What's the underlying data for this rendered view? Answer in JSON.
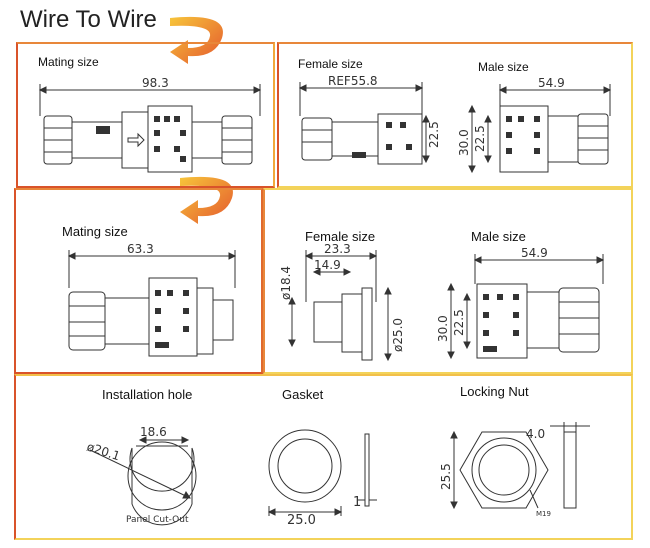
{
  "title": "Wire To Wire",
  "colors": {
    "frame_red": "#d9532a",
    "frame_orange": "#f2a93b",
    "frame_yellow": "#f3d35a",
    "line": "#333333"
  },
  "row1": {
    "mating": {
      "label": "Mating size",
      "dim_length": "98.3"
    },
    "female": {
      "label": "Female size",
      "dim_length": "REF55.8",
      "dim_height": "22.5"
    },
    "male": {
      "label": "Male size",
      "dim_length": "54.9",
      "dim_outer": "30.0",
      "dim_inner": "22.5"
    }
  },
  "row2": {
    "mating": {
      "label": "Mating size",
      "dim_length": "63.3"
    },
    "female": {
      "label": "Female size",
      "dim_a": "23.3",
      "dim_b": "14.9",
      "dim_dia_left": "ø18.4",
      "dim_dia_right": "ø25.0"
    },
    "male": {
      "label": "Male size",
      "dim_length": "54.9",
      "dim_outer": "30.0",
      "dim_inner": "22.5"
    }
  },
  "row3": {
    "hole": {
      "label": "Installation hole",
      "dim_dia": "ø20.1",
      "dim_flat": "18.6",
      "caption": "Panel Cut-Out"
    },
    "gasket": {
      "label": "Gasket",
      "dim_dia": "25.0",
      "dim_thick": "1"
    },
    "nut": {
      "label": "Locking Nut",
      "dim_thick": "4.0",
      "dim_across": "25.5",
      "thread": "M19"
    }
  }
}
